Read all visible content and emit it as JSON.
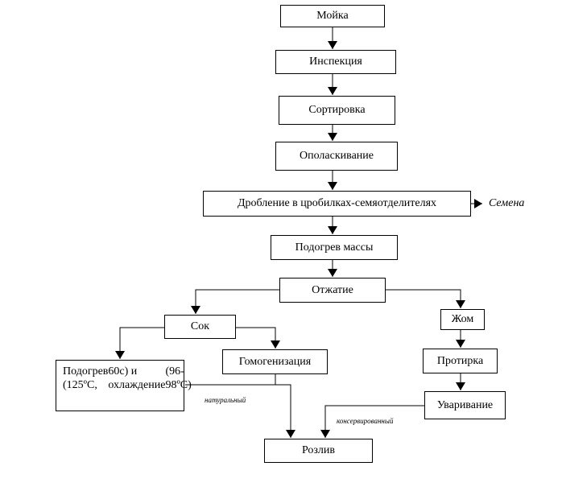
{
  "nodes": {
    "washing": "Мойка",
    "inspection": "Инспекция",
    "sorting": "Сортировка",
    "rinsing": "Ополаскивание",
    "crushing": "Дробление в цробилках-семяотделителях",
    "heating_mass": "Подогрев массы",
    "pressing": "Отжатие",
    "juice": "Сок",
    "pomace": "Жом",
    "heating_cooling": [
      "Подогрев (125ºС,",
      "60с) и охлаждение",
      "(96-98ºС)"
    ],
    "homogenization": "Гомогенизация",
    "wiping": "Протирка",
    "boiling": "Уваривание",
    "bottling": "Розлив"
  },
  "outputs": {
    "seeds": "Семена"
  },
  "edge_labels": {
    "natural": "натуральный",
    "canned": "консервированный"
  }
}
